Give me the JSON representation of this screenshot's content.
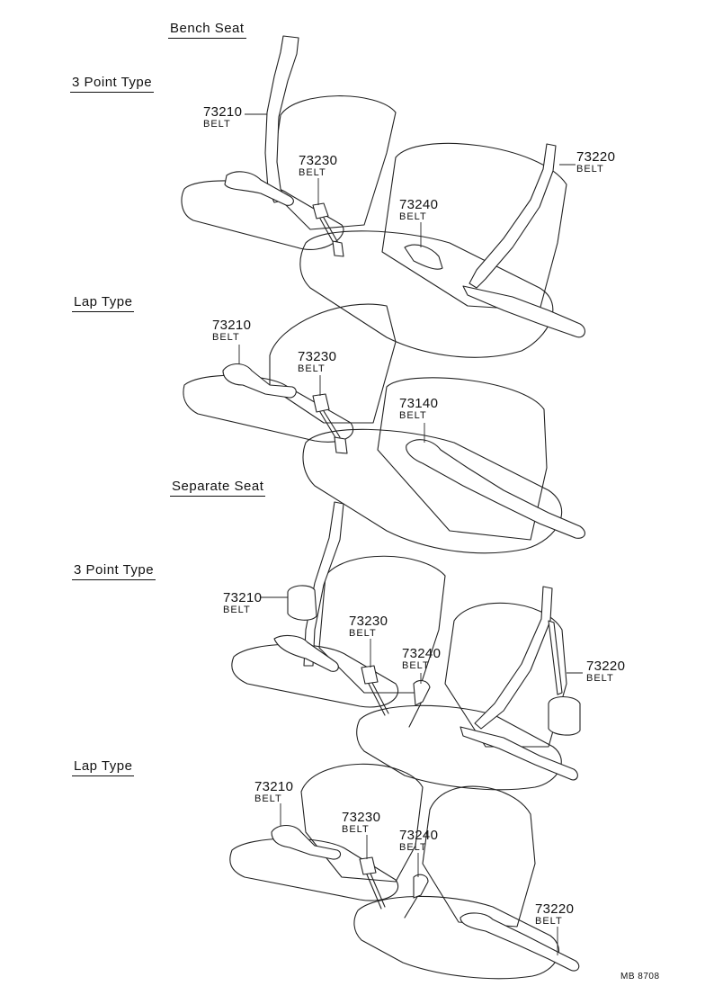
{
  "headers": {
    "bench_seat": "Bench Seat",
    "bench_3point": "3 Point Type",
    "bench_lap": "Lap Type",
    "separate_seat": "Separate Seat",
    "separate_3point": "3 Point Type",
    "separate_lap": "Lap Type"
  },
  "parts": {
    "bench_3point": [
      {
        "number": "73210",
        "name": "BELT"
      },
      {
        "number": "73230",
        "name": "BELT"
      },
      {
        "number": "73240",
        "name": "BELT"
      },
      {
        "number": "73220",
        "name": "BELT"
      }
    ],
    "bench_lap": [
      {
        "number": "73210",
        "name": "BELT"
      },
      {
        "number": "73230",
        "name": "BELT"
      },
      {
        "number": "73140",
        "name": "BELT"
      }
    ],
    "separate_3point": [
      {
        "number": "73210",
        "name": "BELT"
      },
      {
        "number": "73230",
        "name": "BELT"
      },
      {
        "number": "73240",
        "name": "BELT"
      },
      {
        "number": "73220",
        "name": "BELT"
      }
    ],
    "separate_lap": [
      {
        "number": "73210",
        "name": "BELT"
      },
      {
        "number": "73230",
        "name": "BELT"
      },
      {
        "number": "73240",
        "name": "BELT"
      },
      {
        "number": "73220",
        "name": "BELT"
      }
    ]
  },
  "reference_code": "MB 8708"
}
